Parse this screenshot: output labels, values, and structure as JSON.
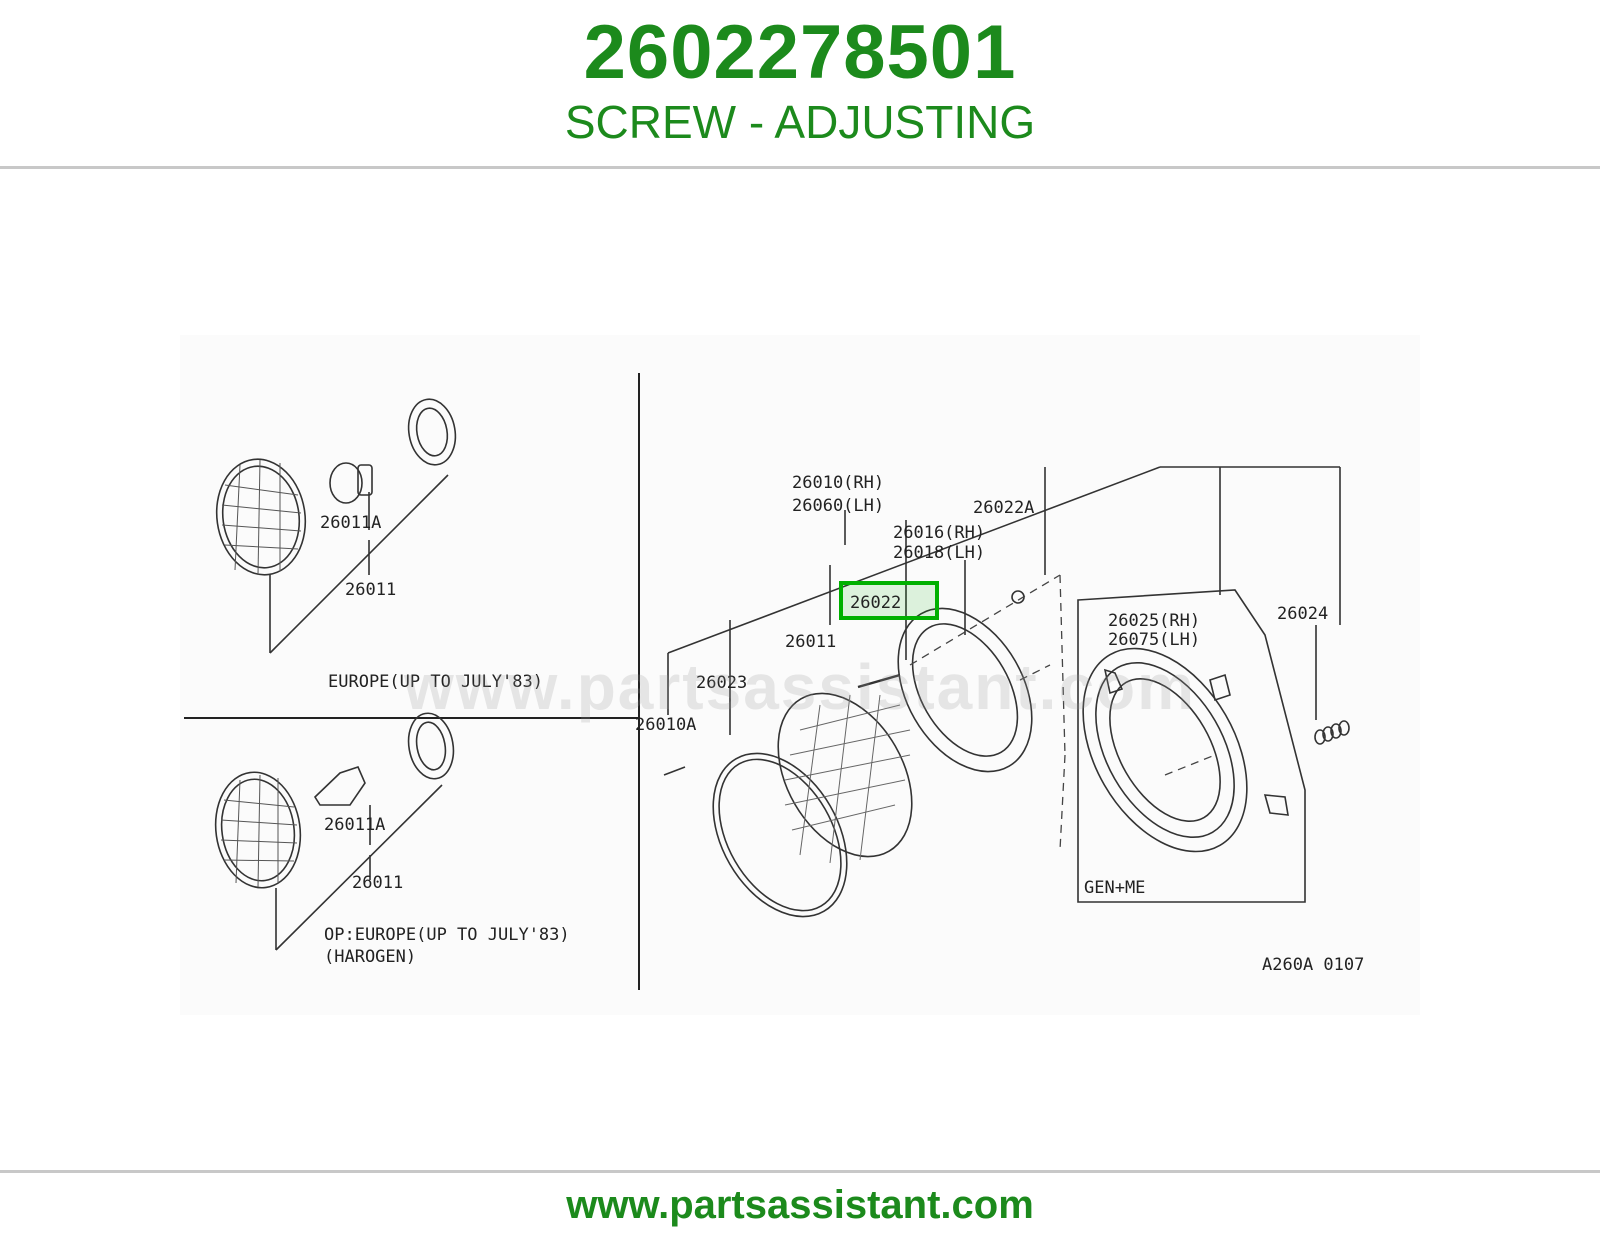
{
  "header": {
    "part_number": "2602278501",
    "part_name": "SCREW - ADJUSTING"
  },
  "diagram": {
    "watermark": "www.partsassistant.com",
    "highlight_color": "#00b000",
    "accent_color": "#1c8a1c",
    "panels": {
      "europe": "EUROPE(UP TO JULY'83)",
      "op_europe": "OP:EUROPE(UP TO JULY'83)",
      "op_europe_sub": "(HAROGEN)",
      "gen_me": "GEN+ME"
    },
    "labels": {
      "p26011A_top": "26011A",
      "p26011_top": "26011",
      "p26011A_bottom": "26011A",
      "p26011_bottom": "26011",
      "p26010_rh": "26010(RH)",
      "p26060_lh": "26060(LH)",
      "p26022A": "26022A",
      "p26016_rh": "26016(RH)",
      "p26018_lh": "26018(LH)",
      "p26022": "26022",
      "p26011_main": "26011",
      "p26023": "26023",
      "p26010A": "26010A",
      "p26025_rh": "26025(RH)",
      "p26075_lh": "26075(LH)",
      "p26024": "26024",
      "figure_code": "A260A 0107"
    }
  },
  "footer": {
    "url": "www.partsassistant.com"
  }
}
